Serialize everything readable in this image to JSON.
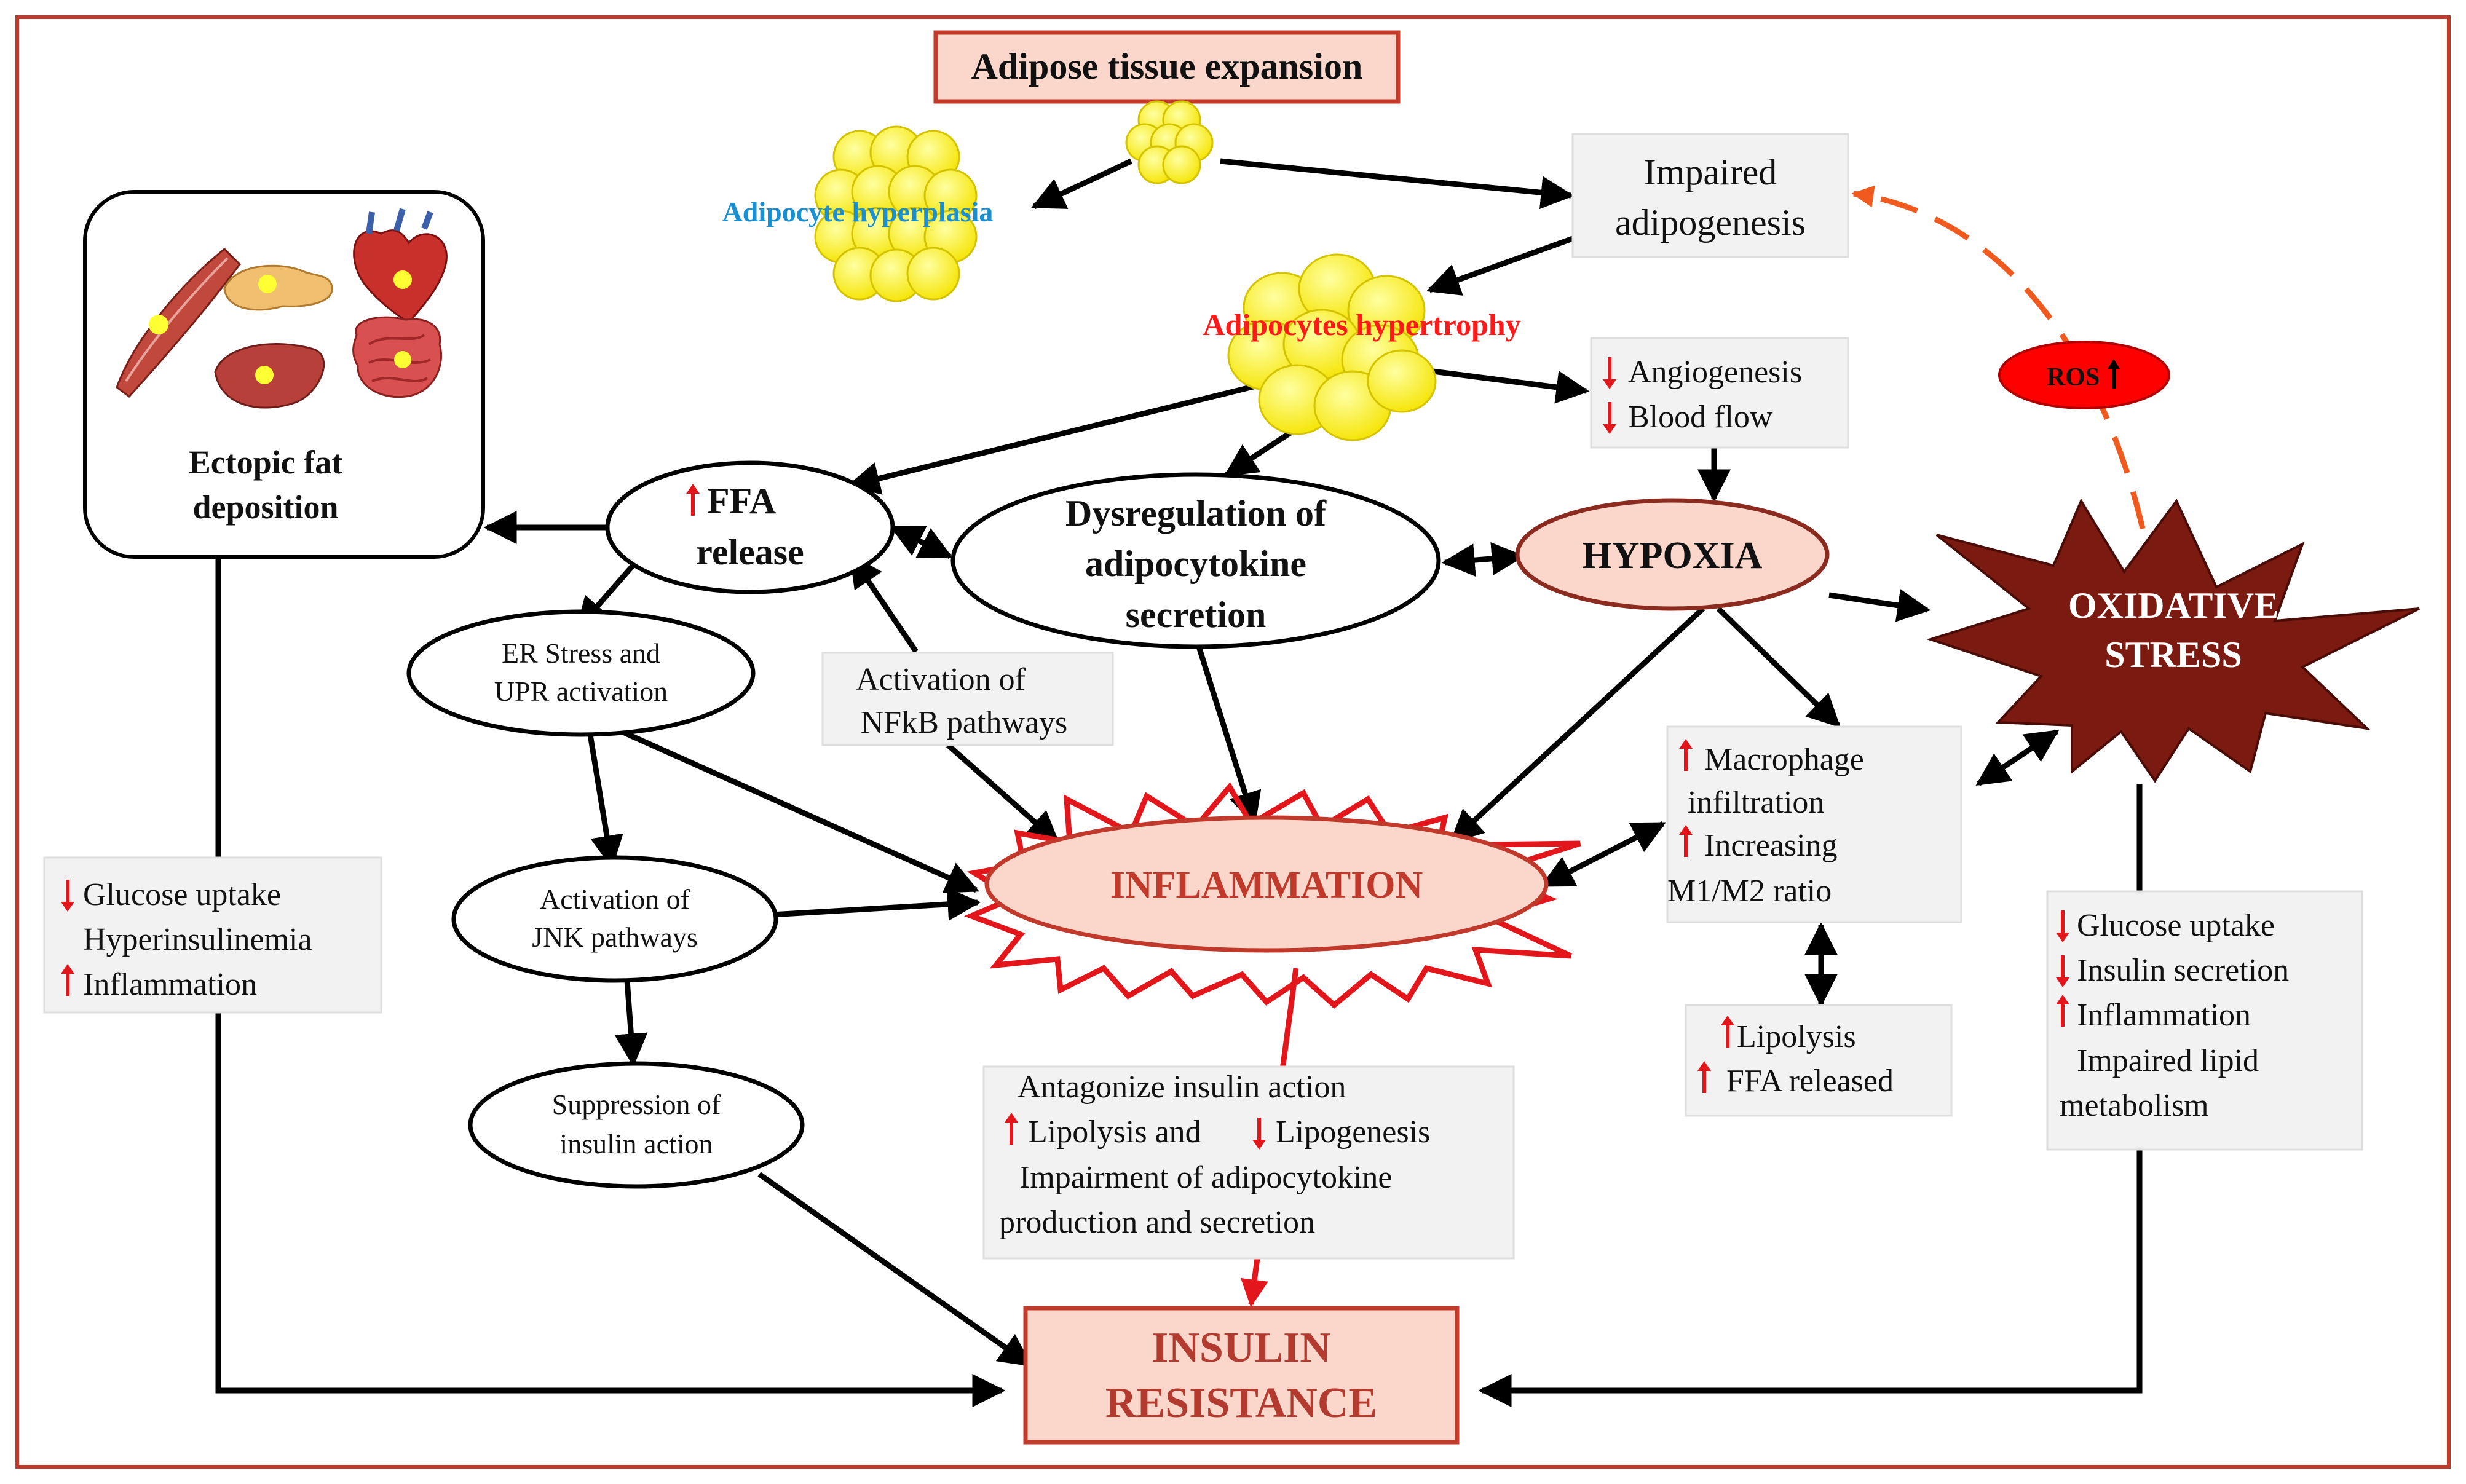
{
  "colors": {
    "frame": "#c0392b",
    "arrow": "#000000",
    "red_arrow": "#e3161b",
    "orange_dash": "#f05a1e",
    "pink_fill": "#fbd6cb",
    "box_fill": "#f2f2f2",
    "box_border": "#dedede",
    "dark_red_box": "#c23a2a",
    "inflammation_text": "#c0392b",
    "blue_label": "#1a8fd1",
    "red_label": "#ff1a1a",
    "star_fill": "#7b1a10",
    "ros_fill": "#ff0000",
    "fat_yellow": "#ffff33"
  },
  "icons": [
    "fat-cell-cluster-icon",
    "muscle-icon",
    "pancreas-icon",
    "heart-icon",
    "liver-icon",
    "intestine-icon",
    "up-arrow-icon",
    "down-arrow-icon"
  ],
  "nodes": {
    "adipose_expansion": "Adipose tissue expansion",
    "hyperplasia": "Adipocyte hyperplasia",
    "impaired_adipogenesis": [
      "Impaired",
      "adipogenesis"
    ],
    "hypertrophy": "Adipocytes hypertrophy",
    "angiogenesis": [
      "Angiogenesis",
      "Blood flow"
    ],
    "ros": "ROS",
    "ectopic": [
      "Ectopic fat",
      "deposition"
    ],
    "ffa_release": [
      "FFA",
      "release"
    ],
    "dysregulation": [
      "Dysregulation of",
      "adipocytokine",
      "secretion"
    ],
    "hypoxia": "HYPOXIA",
    "oxidative_stress": [
      "OXIDATIVE",
      "STRESS"
    ],
    "er_stress": [
      "ER Stress and",
      "UPR activation"
    ],
    "nfkb": [
      "Activation  of",
      "NFkB  pathways"
    ],
    "macrophage": [
      "Macrophage",
      "infiltration",
      "Increasing",
      "M1/M2 ratio"
    ],
    "glucose_left": [
      "Glucose uptake",
      "Hyperinsulinemia",
      "Inflammation"
    ],
    "jnk": [
      "Activation of",
      "JNK pathways"
    ],
    "inflammation": "INFLAMMATION",
    "lipolysis_right": [
      "Lipolysis",
      "FFA released"
    ],
    "glucose_right": [
      "Glucose uptake",
      "Insulin secretion",
      "Inflammation",
      "Impaired lipid",
      "metabolism"
    ],
    "suppression": [
      "Suppression of",
      "insulin action"
    ],
    "antagonize": [
      "Antagonize  insulin action",
      "Lipolysis and",
      "Lipogenesis",
      "Impairment of adipocytokine",
      "production  and secretion"
    ],
    "insulin_resistance": [
      "INSULIN",
      "RESISTANCE"
    ]
  }
}
